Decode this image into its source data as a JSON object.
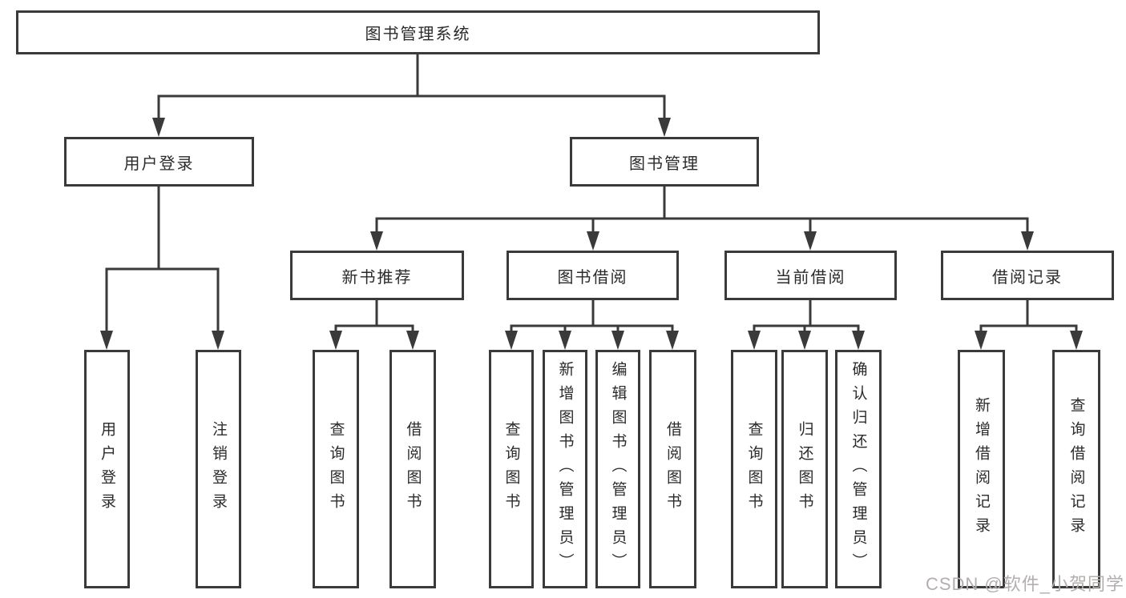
{
  "colors": {
    "line": "#3a3a3a",
    "text": "#2b2b2b",
    "background": "#ffffff",
    "watermark": "#b3afae"
  },
  "watermark": {
    "text": "CSDN @软件_小贺同学"
  },
  "tree": {
    "label": "图书管理系统",
    "children": [
      {
        "label": "用户登录",
        "children": [
          {
            "label": "用户登录"
          },
          {
            "label": "注销登录"
          }
        ]
      },
      {
        "label": "图书管理",
        "children": [
          {
            "label": "新书推荐",
            "children": [
              {
                "label": "查询图书"
              },
              {
                "label": "借阅图书"
              }
            ]
          },
          {
            "label": "图书借阅",
            "children": [
              {
                "label": "查询图书"
              },
              {
                "label": "新增图书（管理员）"
              },
              {
                "label": "编辑图书（管理员）"
              },
              {
                "label": "借阅图书"
              }
            ]
          },
          {
            "label": "当前借阅",
            "children": [
              {
                "label": "查询图书"
              },
              {
                "label": "归还图书"
              },
              {
                "label": "确认归还（管理员）"
              }
            ]
          },
          {
            "label": "借阅记录",
            "children": [
              {
                "label": "新增借阅记录"
              },
              {
                "label": "查询借阅记录"
              }
            ]
          }
        ]
      }
    ]
  }
}
